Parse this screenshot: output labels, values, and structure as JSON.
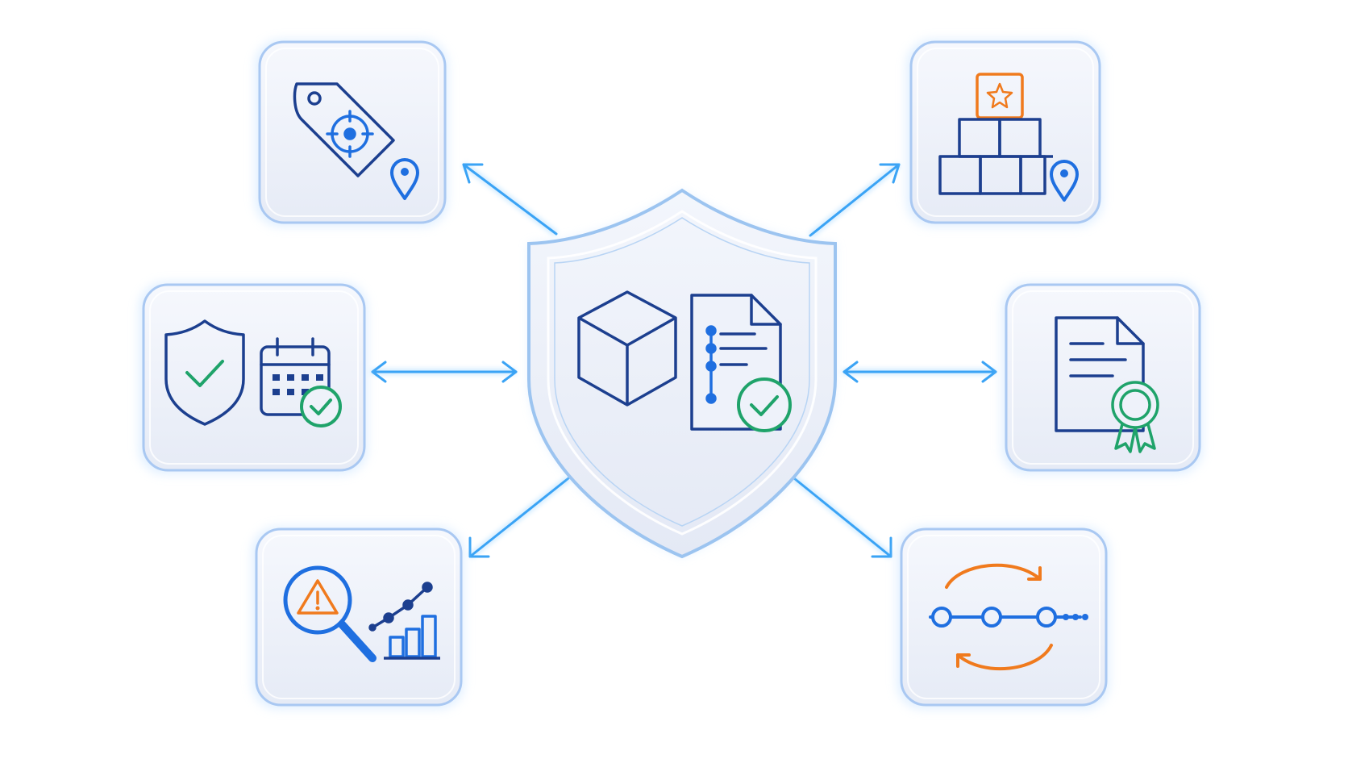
{
  "diagram": {
    "colors": {
      "arrow": "#3aa3f5",
      "arrow_glow": "#9fd6ff",
      "tile_fill": "#eef1f9",
      "tile_edge": "#a9c8f2",
      "icon_navy": "#1c3f8f",
      "icon_blue": "#1f6fe0",
      "icon_green": "#1fa36a",
      "icon_orange": "#f07a1d"
    },
    "hub": {
      "icons": [
        "shield-icon",
        "cube-icon",
        "document-checklist-icon",
        "check-circle-icon"
      ]
    },
    "tiles": [
      {
        "id": "top-left",
        "icons": [
          "price-tag-icon",
          "target-icon",
          "location-pin-icon"
        ]
      },
      {
        "id": "middle-left",
        "icons": [
          "shield-check-icon",
          "calendar-icon",
          "check-circle-icon"
        ]
      },
      {
        "id": "bottom-left",
        "icons": [
          "magnifier-icon",
          "warning-icon",
          "bar-chart-icon",
          "trend-line-icon"
        ]
      },
      {
        "id": "top-right",
        "icons": [
          "stacked-boxes-icon",
          "star-box-icon",
          "location-pin-icon"
        ]
      },
      {
        "id": "middle-right",
        "icons": [
          "document-icon",
          "certificate-badge-icon"
        ]
      },
      {
        "id": "bottom-right",
        "icons": [
          "timeline-icon",
          "cycle-arrows-icon"
        ]
      }
    ]
  }
}
